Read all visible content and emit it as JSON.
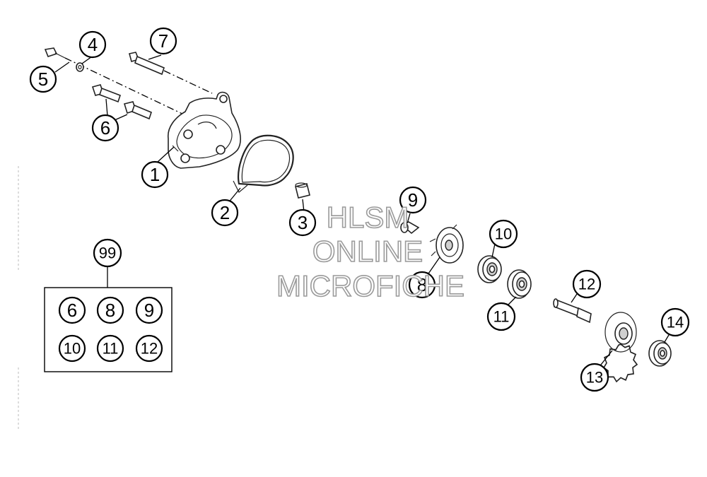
{
  "callouts": {
    "c1": "1",
    "c2": "2",
    "c3": "3",
    "c4": "4",
    "c5": "5",
    "c6": "6",
    "c7": "7",
    "c8": "8",
    "c9": "9",
    "c10": "10",
    "c11": "11",
    "c12": "12",
    "c13": "13",
    "c14": "14",
    "c99": "99"
  },
  "kit_box": {
    "row1": [
      "6",
      "8",
      "9"
    ],
    "row2": [
      "10",
      "11",
      "12"
    ]
  },
  "watermark": {
    "line1": "HLSM",
    "line2": "ONLINE",
    "line3": "MICROFICHE"
  }
}
